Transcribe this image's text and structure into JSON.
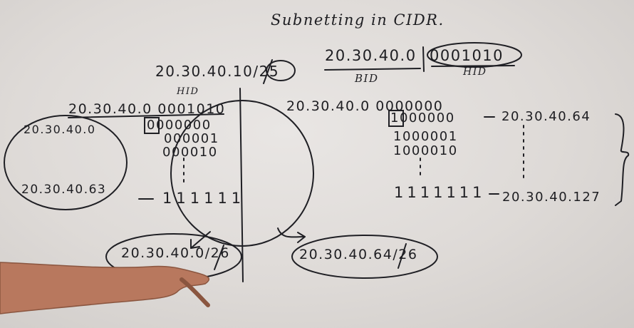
{
  "board": {
    "title": "Subnetting in CIDR.",
    "address": "20.30.40.10/25",
    "split": {
      "bid_value": "20.30.40.0",
      "hid_value": "0001010",
      "bid_label": "BID",
      "hid_label": "HID"
    }
  },
  "left": {
    "hid_label": "HID",
    "header": "20.30.40.0 0001010",
    "rows": [
      "0000000",
      "000001",
      "000010"
    ],
    "last_row": "111111",
    "first_addr": "20.30.40.0",
    "last_addr": "20.30.40.63",
    "result": "20.30.40.0/26"
  },
  "right": {
    "header": "20.30.40.0 0000000",
    "row_first": "1000000",
    "first_addr": "20.30.40.64",
    "rows": [
      "1000001",
      "1000010"
    ],
    "last_row": "1111111",
    "last_addr": "20.30.40.127",
    "result": "20.30.40.64/26"
  }
}
